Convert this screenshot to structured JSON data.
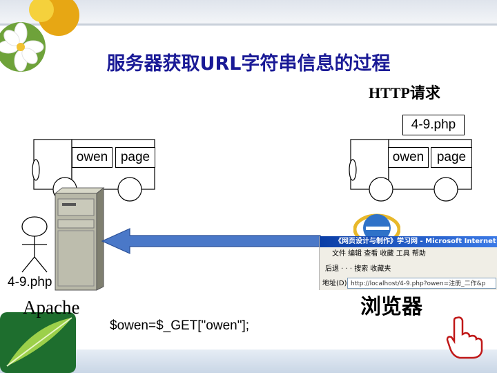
{
  "title": "服务器获取URL字符串信息的过程",
  "http_request_label": "HTTP请求",
  "request_file": "4-9.php",
  "left_packet": {
    "owen": "owen",
    "page": "page"
  },
  "right_packet": {
    "owen": "owen",
    "page": "page"
  },
  "server_file": "4-9.php",
  "server_label": "Apache",
  "browser_label": "浏览器",
  "code_line": "$owen=$_GET[\"owen\"];",
  "browser_window": {
    "title": "《网页设计与制作》学习网 - Microsoft Internet Ex",
    "menu": "文件  编辑  查看  收藏  工具  帮助",
    "toolbar": "后退  ·  ·  ·  搜索  收藏夹",
    "address_label": "地址(D)",
    "address_value": "http://localhost/4-9.php?owen=注册_二作&p"
  },
  "colors": {
    "title": "#1a1a96",
    "arrow": "#4a78c8"
  }
}
